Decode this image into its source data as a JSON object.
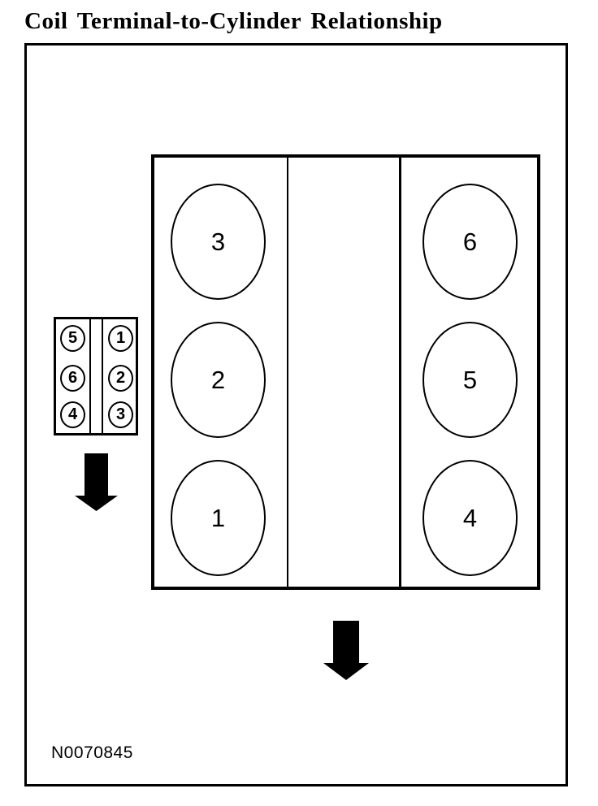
{
  "page": {
    "title": "Coil Terminal-to-Cylinder Relationship",
    "figure_id": "N0070845",
    "colors": {
      "ink": "#000000",
      "background": "#ffffff"
    }
  },
  "coil_pack": {
    "label": "ignition-coil-terminal-layout",
    "left_column": [
      "5",
      "6",
      "4"
    ],
    "right_column": [
      "1",
      "2",
      "3"
    ]
  },
  "engine": {
    "label": "engine-cylinder-layout",
    "left_bank": [
      "3",
      "2",
      "1"
    ],
    "right_bank": [
      "6",
      "5",
      "4"
    ]
  },
  "icons": {
    "coil_arrow": "down-arrow",
    "engine_arrow": "down-arrow"
  }
}
